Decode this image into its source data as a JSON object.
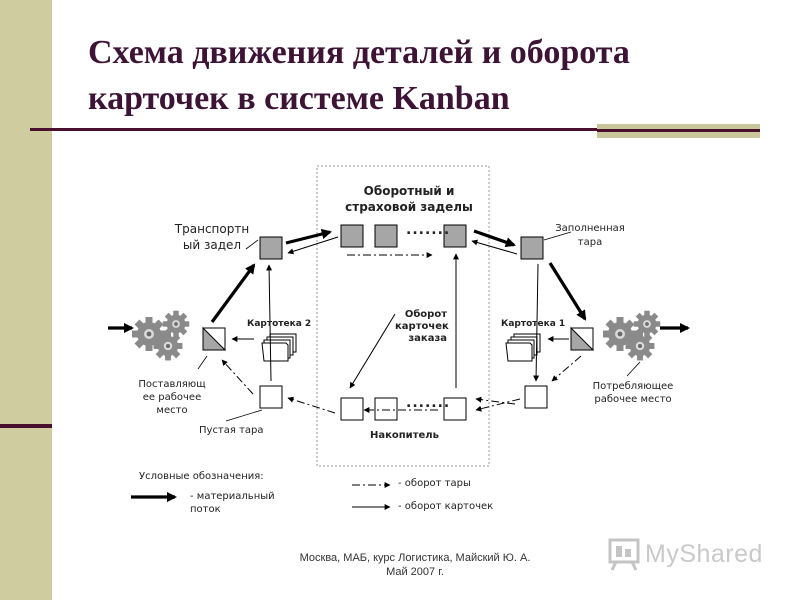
{
  "slide": {
    "title_line1": "Схема движения деталей и оборота",
    "title_line2": "карточек в системе Kanban",
    "footer_line1": "Москва, МАБ, курс Логистика, Майский Ю. А.",
    "footer_line2": "Май 2007 г.",
    "logo_text": "MyShared"
  },
  "diagram": {
    "center_top_line1": "Оборотный и",
    "center_top_line2": "страховой заделы",
    "transport_line1": "Транспортн",
    "transport_line2": "ый задел",
    "filled_line1": "Заполненная",
    "filled_line2": "тара",
    "cardfile2": "Картотека 2",
    "cardfile1": "Картотека 1",
    "order_line1": "Оборот",
    "order_line2": "карточек",
    "order_line3": "заказа",
    "supplier_line1": "Поставляющ",
    "supplier_line2": "ее рабочее",
    "supplier_line3": "место",
    "consumer_line1": "Потребляющее",
    "consumer_line2": "рабочее место",
    "empty_tare": "Пустая тара",
    "accumulator": "Накопитель",
    "dots": "......."
  },
  "legend": {
    "heading": "Условные обозначения:",
    "material_line1": "- материальный",
    "material_line2": "поток",
    "tare": "- оборот тары",
    "cards": "- оборот карточек"
  }
}
